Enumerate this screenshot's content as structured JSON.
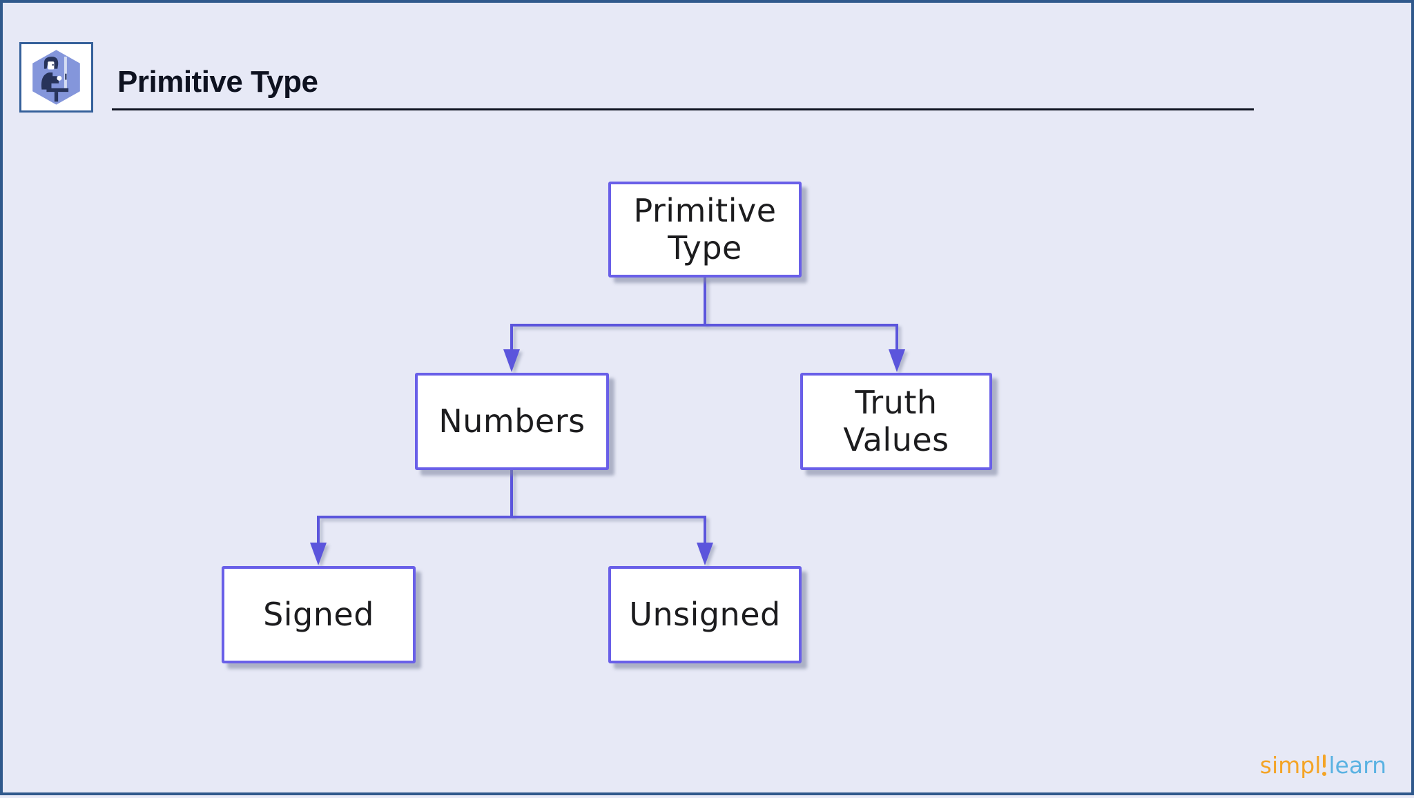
{
  "header": {
    "title": "Primitive Type",
    "logo_icon": "person-at-computer-icon"
  },
  "diagram": {
    "type": "tree",
    "direction": "top-down",
    "nodes": [
      {
        "id": "primitive-type",
        "label": "Primitive Type",
        "parent": null
      },
      {
        "id": "numbers",
        "label": "Numbers",
        "parent": "primitive-type"
      },
      {
        "id": "truth-values",
        "label": "Truth Values",
        "parent": "primitive-type"
      },
      {
        "id": "signed",
        "label": "Signed",
        "parent": "numbers"
      },
      {
        "id": "unsigned",
        "label": "Unsigned",
        "parent": "numbers"
      }
    ],
    "colors": {
      "background": "#E7E9F6",
      "frame_border": "#30598C",
      "node_fill": "#FFFFFF",
      "node_border": "#695FE8",
      "connector": "#5B55DC",
      "ink": "#0E1220",
      "brand_orange": "#F4A426",
      "brand_blue": "#5AB2E2"
    }
  },
  "footer": {
    "brand_left": "simpl",
    "brand_mark": "i",
    "brand_right": "learn"
  }
}
